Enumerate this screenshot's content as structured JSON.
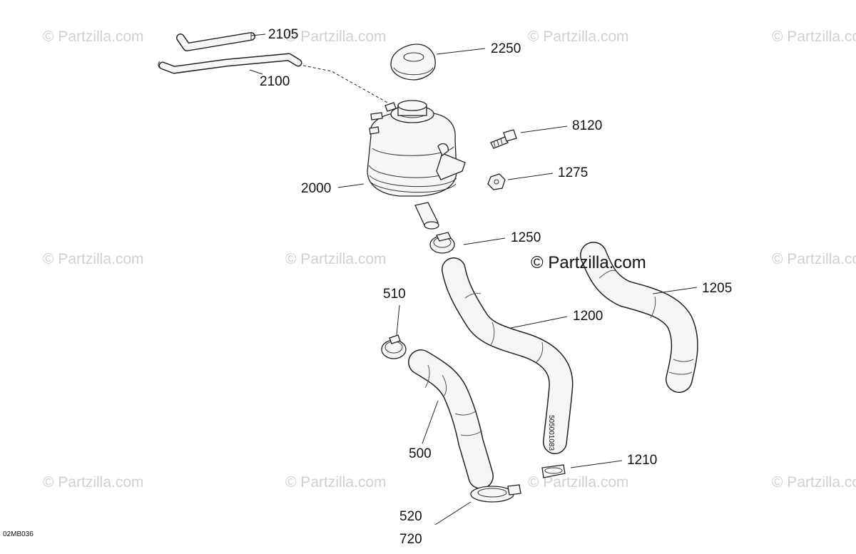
{
  "watermark": "© Partzilla.com",
  "main_watermark": "© Partzilla.com",
  "drawing_code": "02MB036",
  "hose_marking": "505001083",
  "callouts": {
    "p2105": "2105",
    "p2250": "2250",
    "p2100": "2100",
    "p8120": "8120",
    "p1275": "1275",
    "p2000": "2000",
    "p1250": "1250",
    "p1205": "1205",
    "p510": "510",
    "p1200": "1200",
    "p500": "500",
    "p1210": "1210",
    "p520": "520",
    "p720": "720"
  }
}
